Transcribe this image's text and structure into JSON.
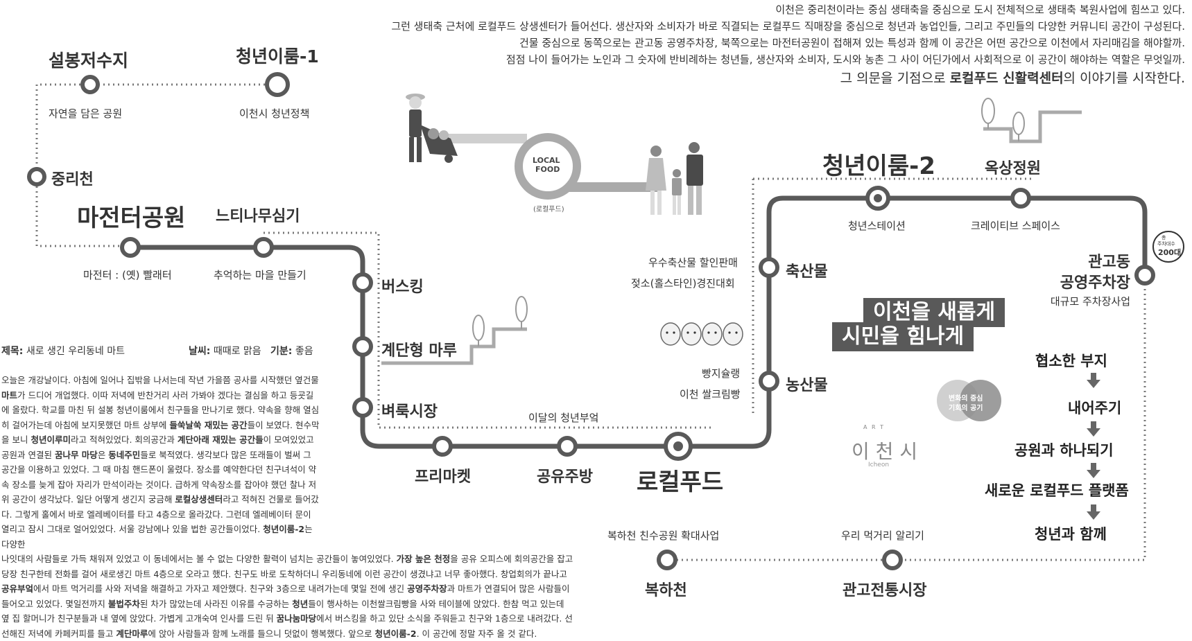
{
  "intro": {
    "lines": [
      "이천은 중리천이라는 중심 생태축을 중심으로 도시 전체적으로 생태축 복원사업에 힘쓰고 있다.",
      "그런 생태축 근처에 로컬푸드 상생센터가 들어선다. 생산자와 소비자가 바로 직결되는 로컬푸드 직매장을 중심으로 청년과 농업인들, 그리고 주민들의 다양한 커뮤니티 공간이 구성된다.",
      "건물 중심으로 동쪽으로는 관고동 공영주차장, 북쪽으로는 마전터공원이 접해져 있는 특성과 함께 이 공간은 어떤 공간으로 이천에서 자리매김을 해야할까.",
      "점점 나이 들어가는 노인과 그 숫자에 반비례하는 청년들, 생산자와 소비자, 도시와 농촌 그 사이 어딘가에서 사회적으로 이 공간이 해야하는 역할은 무엇일까."
    ],
    "last_pre": "그 의문을 기점으로 ",
    "last_bold": "로컬푸드 신활력센터",
    "last_post": "의 이야기를 시작한다."
  },
  "stations": {
    "seolbong": "설봉저수지",
    "seolbong_sub": "자연을 담은 공원",
    "youth1": "청년이룸-1",
    "youth1_sub": "이천시 청년정책",
    "jungri": "중리천",
    "majeonteo": "마전터공원",
    "majeonteo_sub": "마전터 : (옛) 빨래터",
    "neuti": "느티나무심기",
    "neuti_sub": "추억하는 마을 만들기",
    "busking": "버스킹",
    "stairs": "계단형 마루",
    "flea_wall": "벼룩시장",
    "youth_month": "이달의 청년부엌",
    "freemarket": "프리마켓",
    "kitchen": "공유주방",
    "localfood": "로컬푸드",
    "livestock": "축산물",
    "livestock_sub1": "우수축산물 할인판매",
    "livestock_sub2": "젖소(홀스타인)경진대회",
    "agri": "농산물",
    "agri_sub1": "빵지슐랭",
    "agri_sub2": "이천 쌀크림빵",
    "youth2": "청년이룸-2",
    "youth2_sub": "청년스테이션",
    "rooftop": "옥상정원",
    "creative": "크레이티브 스페이스",
    "parking": "관고동\n공영주차장",
    "parking_line1": "관고동",
    "parking_line2": "공영주차장",
    "parking_sub": "대규모 주차장사업",
    "parking_badge_top": "총",
    "parking_badge_mid": "주차대수",
    "parking_badge_num": "200대",
    "bokha": "복하천",
    "bokha_sub": "복하천 친수공원 확대사업",
    "gwango_market": "관고전통시장",
    "gwango_market_sub": "우리 먹거리 알리기"
  },
  "localfood_logo": {
    "line1": "LOCAL",
    "line2": "FOOD",
    "caption": "(로컬푸드)"
  },
  "slogan": {
    "line1": "이천을 새롭게",
    "line2": "시민을 힘나게"
  },
  "badge": {
    "line1": "변화의 중심",
    "line2": "기회의 공기"
  },
  "city_logo": {
    "small": "A R T",
    "name": "이 천 시",
    "eng": "Icheon"
  },
  "flow": [
    "협소한 부지",
    "내어주기",
    "공원과 하나되기",
    "새로운 로컬푸드 플랫폼",
    "청년과 함께"
  ],
  "diary": {
    "title_label": "제목:",
    "title": "새로 생긴 우리동네 마트",
    "weather_label": "날씨:",
    "weather": "때때로 맑음",
    "mood_label": "기분:",
    "mood": "좋음"
  },
  "colors": {
    "line": "#595959",
    "dotted": "#777777",
    "text": "#333333"
  }
}
